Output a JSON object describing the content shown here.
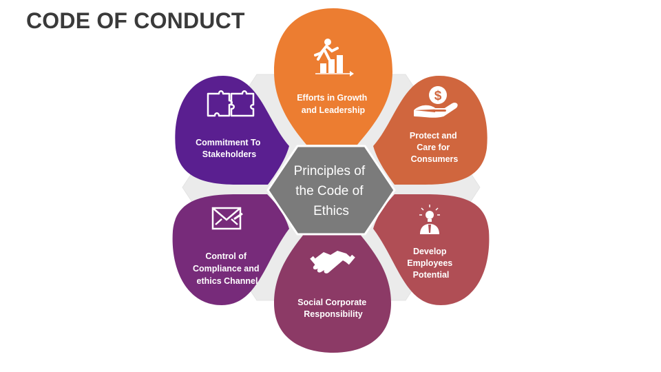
{
  "title": "CODE OF CONDUCT",
  "center": {
    "lines": [
      "Principles of",
      "the Code of",
      "Ethics"
    ],
    "color": "#7b7b7b"
  },
  "petals": [
    {
      "id": "growth",
      "lines": [
        "Efforts in Growth",
        "and Leadership"
      ],
      "color": "#ec7d31",
      "icon": "growth-stairs-icon"
    },
    {
      "id": "consumers",
      "lines": [
        "Protect and",
        "Care for",
        "Consumers"
      ],
      "color": "#d0663e",
      "icon": "money-hand-icon"
    },
    {
      "id": "employees",
      "lines": [
        "Develop",
        "Employees",
        "Potential"
      ],
      "color": "#b04e55",
      "icon": "idea-person-icon"
    },
    {
      "id": "social",
      "lines": [
        "Social Corporate",
        "Responsibility"
      ],
      "color": "#8c3a66",
      "icon": "handshake-icon"
    },
    {
      "id": "compliance",
      "lines": [
        "Control of",
        "Compliance and",
        "ethics Channel"
      ],
      "color": "#772b7a",
      "icon": "envelope-check-icon"
    },
    {
      "id": "stakeholders",
      "lines": [
        "Commitment To",
        "Stakeholders"
      ],
      "color": "#5a1f90",
      "icon": "puzzle-icon"
    }
  ]
}
